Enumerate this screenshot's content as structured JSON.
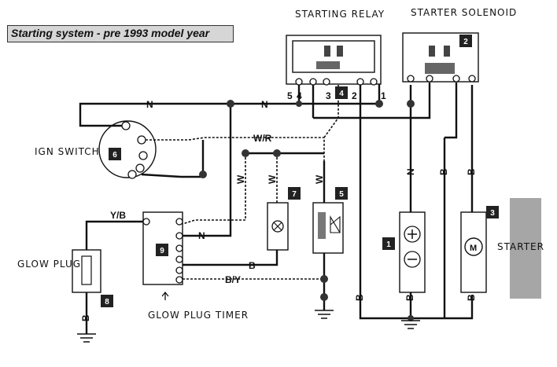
{
  "title": "Starting system - pre 1993 model year",
  "labels": {
    "starting_relay": "STARTING RELAY",
    "starter_solenoid": "STARTER SOLENOID",
    "ign_switch": "IGN SWITCH",
    "glow_plug": "GLOW PLUG",
    "glow_plug_timer": "GLOW PLUG TIMER",
    "starter": "STARTER"
  },
  "relay_pins": [
    "5",
    "4",
    "3",
    "2",
    "1"
  ],
  "components": {
    "c1": "1",
    "c2": "2",
    "c3": "3",
    "c4": "4",
    "c5": "5",
    "c6": "6",
    "c7": "7",
    "c8": "8",
    "c9": "9"
  },
  "wire_codes": {
    "n_top_left": "N",
    "n_top_right": "N",
    "w_r": "W/R",
    "w1": "W",
    "w2": "W",
    "w3": "W",
    "y_b": "Y/B",
    "n_timer": "N",
    "b_timer": "B",
    "b_y": "B/Y",
    "n_battery": "N",
    "b_solenoid": "B",
    "b_starter": "B",
    "b_bottom1": "B",
    "b_bottom2": "B",
    "b_bottom3": "B",
    "b_glow": "B"
  }
}
